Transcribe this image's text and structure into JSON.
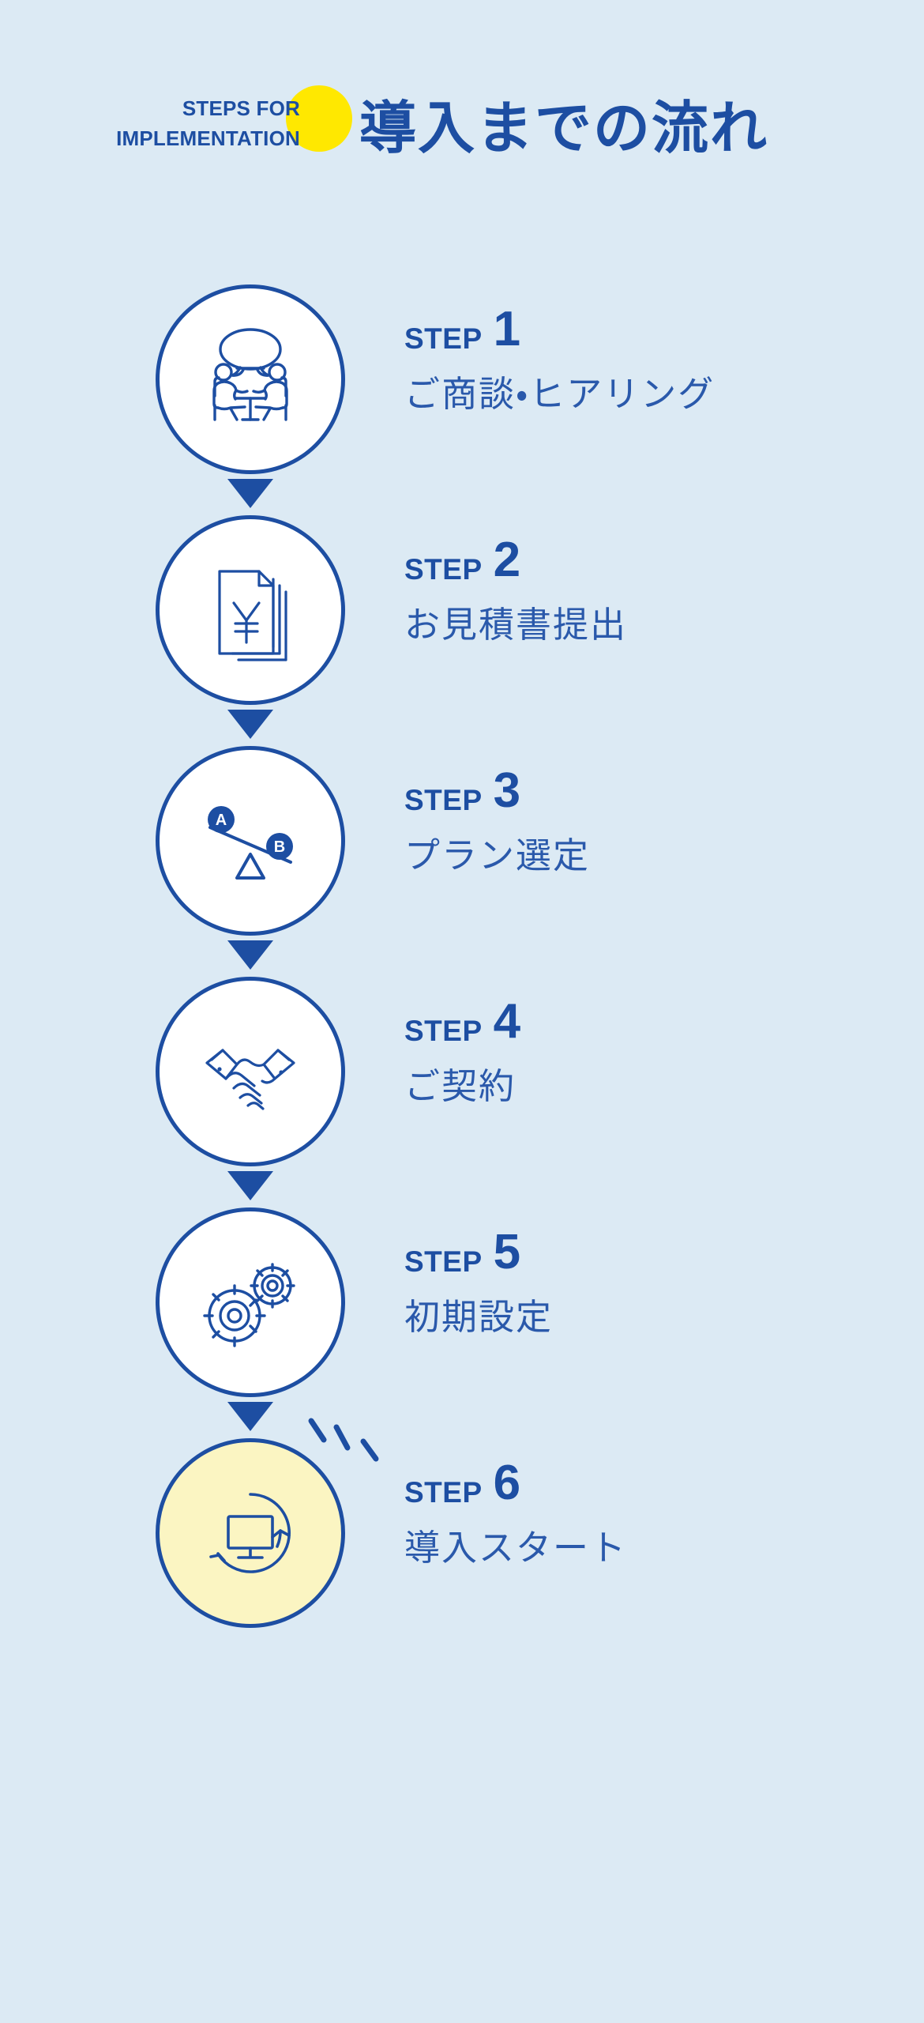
{
  "header": {
    "eyebrow_line1": "STEPS FOR",
    "eyebrow_line2": "IMPLEMENTATION",
    "title": "導入までの流れ",
    "badge_color": "#ffe800",
    "brand_color": "#1d4ea2"
  },
  "theme": {
    "background": "#dceaf4",
    "primary_blue": "#1d4ea2",
    "accent_yellow": "#ffe800",
    "highlight_fill": "#fbf5c2",
    "circle_fill": "#ffffff"
  },
  "steps": [
    {
      "step_word": "STEP",
      "number": "1",
      "label": "ご商談・ヒアリング",
      "icon": "meeting-discussion-icon",
      "highlighted": false,
      "has_arrow": true
    },
    {
      "step_word": "STEP",
      "number": "2",
      "label": "お見積書提出",
      "icon": "quotation-document-yen-icon",
      "highlighted": false,
      "has_arrow": true
    },
    {
      "step_word": "STEP",
      "number": "3",
      "label": "プラン選定",
      "icon": "balance-scale-ab-icon",
      "icon_badge_a": "A",
      "icon_badge_b": "B",
      "highlighted": false,
      "has_arrow": true
    },
    {
      "step_word": "STEP",
      "number": "4",
      "label": "ご契約",
      "icon": "handshake-icon",
      "highlighted": false,
      "has_arrow": true
    },
    {
      "step_word": "STEP",
      "number": "5",
      "label": "初期設定",
      "icon": "gears-settings-icon",
      "highlighted": false,
      "has_arrow": true
    },
    {
      "step_word": "STEP",
      "number": "6",
      "label": "導入スタート",
      "icon": "monitor-refresh-start-icon",
      "highlighted": true,
      "has_arrow": false
    }
  ]
}
